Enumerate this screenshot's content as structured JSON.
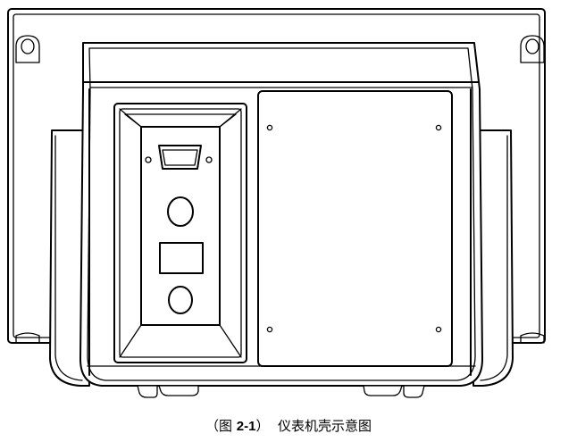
{
  "figure": {
    "caption": {
      "open": "（图 ",
      "number": "2-1",
      "close": "）",
      "text": "仪表机壳示意图"
    }
  }
}
